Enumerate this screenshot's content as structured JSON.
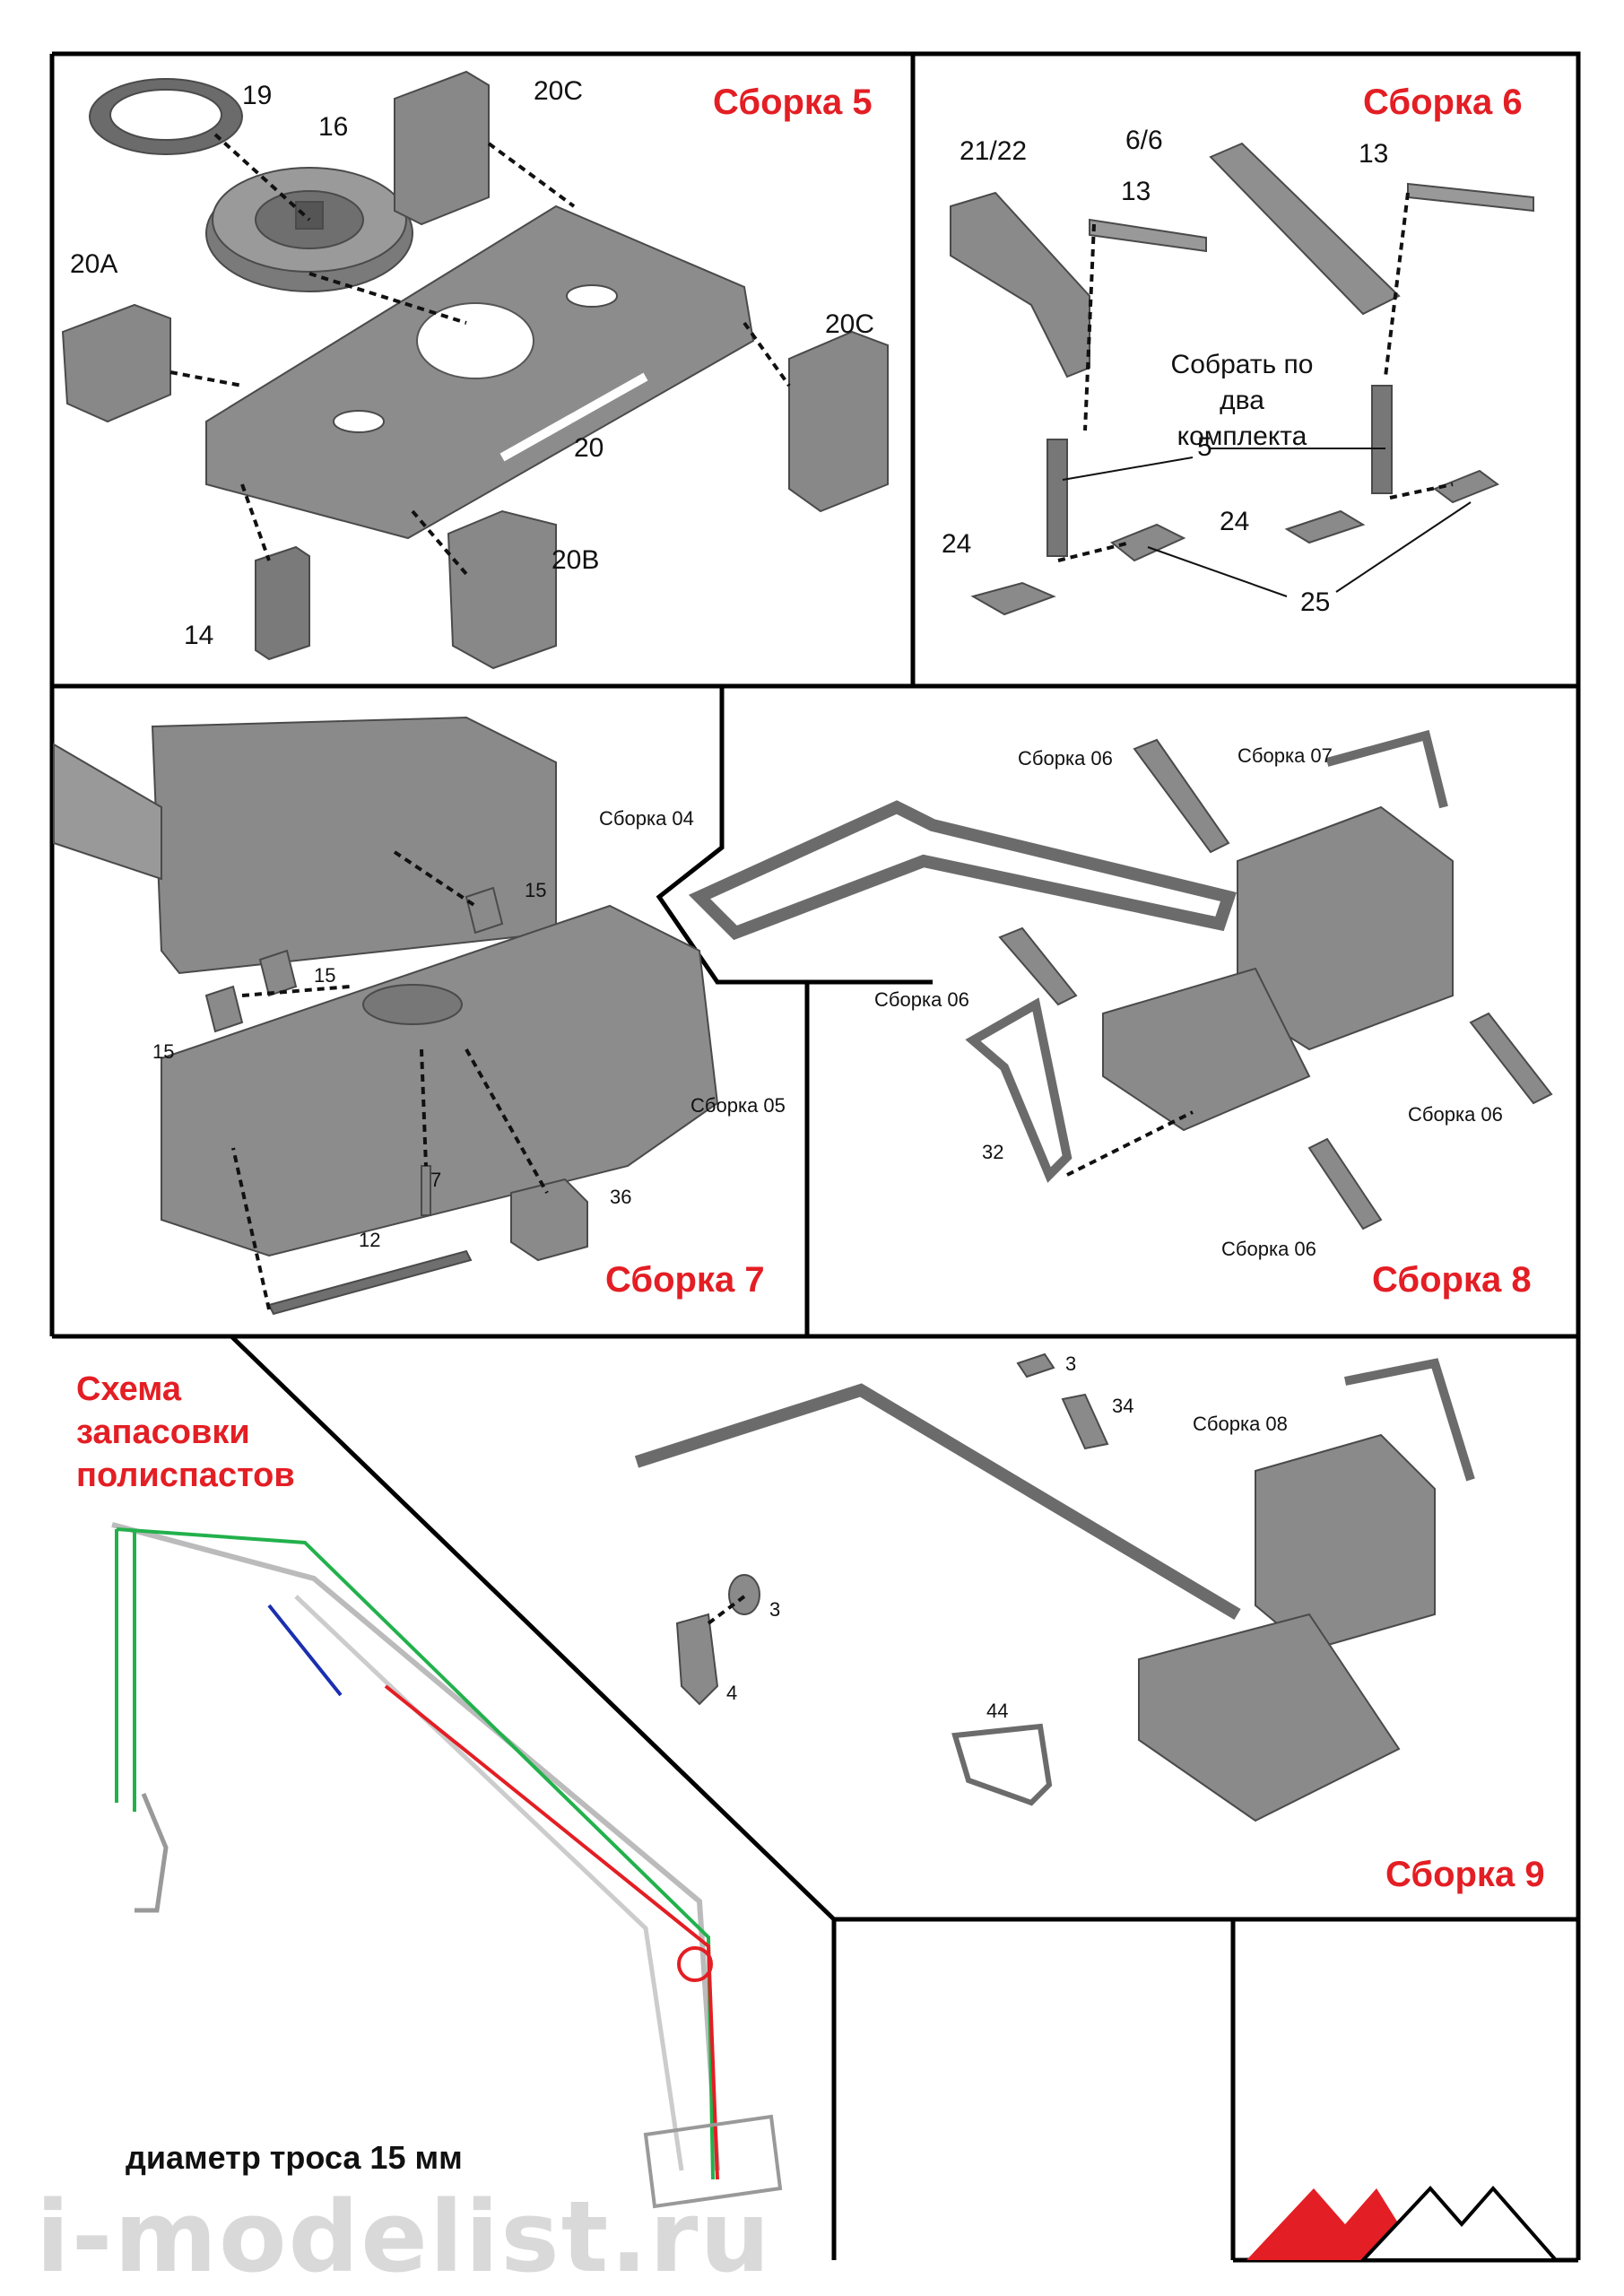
{
  "sections": {
    "s5": {
      "title": "Сборка 5",
      "callouts": [
        "19",
        "16",
        "20C",
        "20A",
        "20C",
        "20",
        "20B",
        "14"
      ]
    },
    "s6": {
      "title": "Сборка 6",
      "callouts": [
        "21/22",
        "6/6",
        "13",
        "13",
        "5",
        "24",
        "24",
        "25"
      ],
      "note_line1": "Собрать по",
      "note_line2": "два комплекта"
    },
    "s7": {
      "title": "Сборка 7",
      "callouts": [
        "Сборка 04",
        "15",
        "15",
        "15",
        "Сборка 05",
        "7",
        "36",
        "12"
      ]
    },
    "s8": {
      "title": "Сборка 8",
      "callouts": [
        "Сборка 06",
        "Сборка 07",
        "Сборка 06",
        "32",
        "Сборка 06",
        "Сборка 06"
      ]
    },
    "scheme": {
      "title_line1": "Схема",
      "title_line2": "запасовки",
      "title_line3": "полиспастов",
      "rope_note": "диаметр троса 15 мм"
    },
    "s9": {
      "title": "Сборка 9",
      "callouts": [
        "3",
        "34",
        "Сборка 08",
        "3",
        "4",
        "44"
      ]
    }
  },
  "watermark": "i-modelist.ru",
  "colors": {
    "accent": "#e31e24",
    "part": "#8a8a8a",
    "part_dark": "#5e5e5e",
    "rope_green": "#22b14c",
    "rope_red": "#e31e24",
    "rope_blue": "#1a2fb0"
  }
}
